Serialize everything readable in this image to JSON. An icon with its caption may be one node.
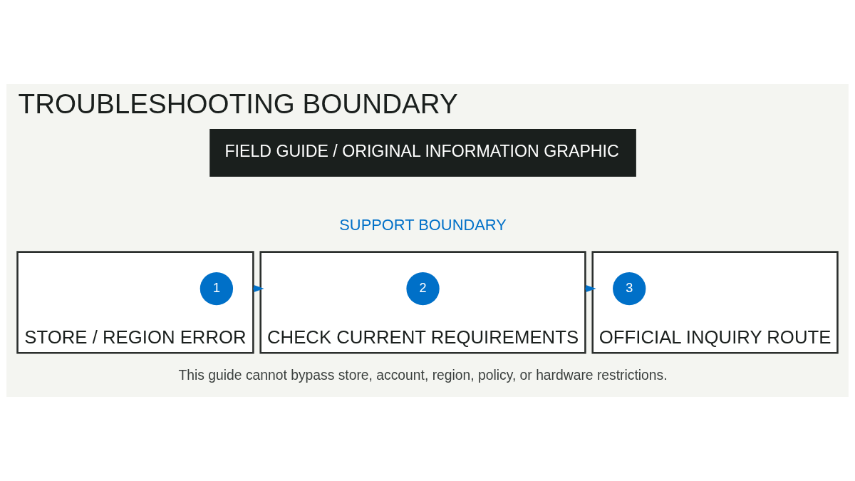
{
  "diagram": {
    "title": "TROUBLESHOOTING BOUNDARY",
    "nodes": [
      {
        "text": [
          "STORE / REGION ERROR"
        ]
      },
      {
        "text": [
          "1"
        ],
        "in": 0
      },
      {
        "text": [
          "CHECK CURRENT REQUIREMENTS"
        ]
      },
      {
        "text": [
          "2"
        ],
        "in": 2
      },
      {
        "text": [
          "OFFICIAL INQUIRY ROUTE"
        ]
      },
      {
        "text": [
          "3"
        ],
        "in": 4
      }
    ],
    "edges": [
      {
        "from": 0,
        "to": 2,
        "arrow": "to"
      },
      {
        "from": 2,
        "to": 4,
        "arrow": "to"
      }
    ],
    "labels": [
      "FIELD GUIDE / ORIGINAL INFORMATION GRAPHIC",
      "SUPPORT BOUNDARY",
      "This guide cannot bypass store, account, region, policy, or hardware restrictions."
    ]
  }
}
